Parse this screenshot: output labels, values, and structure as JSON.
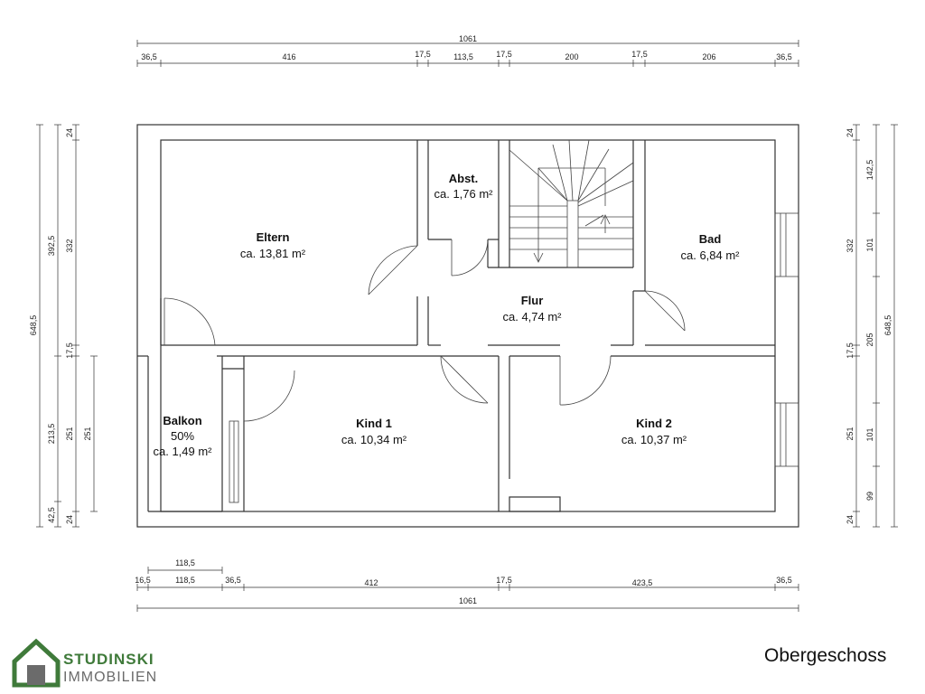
{
  "brand": {
    "line1": "STUDINSKI",
    "line2": "IMMOBILIEN",
    "colors": {
      "green": "#3f7a3a",
      "gray": "#6b6b6b"
    }
  },
  "floor_label": "Obergeschoss",
  "rooms": [
    {
      "id": "eltern",
      "name": "Eltern",
      "area": "ca. 13,81 m²"
    },
    {
      "id": "abst",
      "name": "Abst.",
      "area": "ca. 1,76 m²"
    },
    {
      "id": "bad",
      "name": "Bad",
      "area": "ca. 6,84 m²"
    },
    {
      "id": "flur",
      "name": "Flur",
      "area": "ca. 4,74 m²"
    },
    {
      "id": "balkon",
      "name": "Balkon",
      "extra": "50%",
      "area": "ca. 1,49 m²"
    },
    {
      "id": "kind1",
      "name": "Kind 1",
      "area": "ca. 10,34 m²"
    },
    {
      "id": "kind2",
      "name": "Kind 2",
      "area": "ca. 10,37 m²"
    }
  ],
  "dimensions": {
    "top_total": "1061",
    "top_segments": [
      "36,5",
      "416",
      "17,5",
      "113,5",
      "17,5",
      "200",
      "17,5",
      "206",
      "36,5"
    ],
    "bottom_balkon": "118,5",
    "bottom_segments": [
      "16,5",
      "118,5",
      "36,5",
      "412",
      "17,5",
      "423,5",
      "36,5"
    ],
    "bottom_total": "1061",
    "left_total": "648,5",
    "left_mid": [
      "392,5",
      "213,5",
      "42,5"
    ],
    "left_inner": [
      "24",
      "332",
      "17,5",
      "251",
      "24"
    ],
    "left_far": "251",
    "right_inner": [
      "24",
      "332",
      "17,5",
      "251",
      "24"
    ],
    "right_mid": [
      "142,5",
      "101",
      "205",
      "101",
      "99"
    ],
    "right_total": "648,5"
  }
}
